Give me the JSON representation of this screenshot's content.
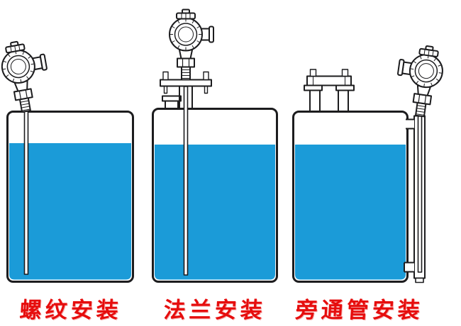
{
  "diagram": {
    "installations": [
      {
        "id": "threaded",
        "label": "螺纹安装"
      },
      {
        "id": "flange",
        "label": "法兰安装"
      },
      {
        "id": "bypass",
        "label": "旁通管安装"
      }
    ],
    "colors": {
      "liquid": "#1b9bd8",
      "label_text": "#e60d0d",
      "line": "#1c1c1e"
    },
    "icons": {
      "transmitter": "level-transmitter-icon",
      "tank": "tank-icon",
      "flange": "flange-connection-icon",
      "bypass_pipe": "bypass-pipe-icon"
    }
  }
}
